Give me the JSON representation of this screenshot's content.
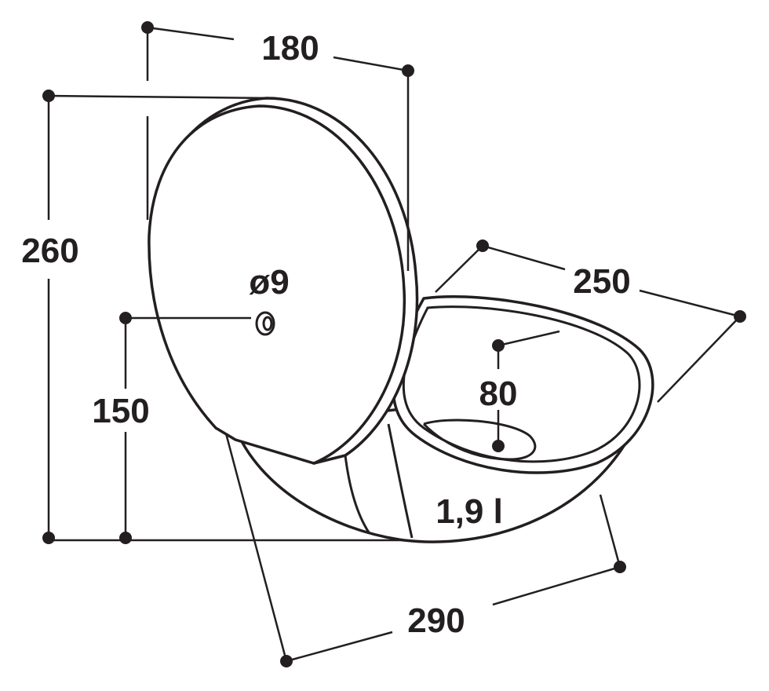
{
  "diagram": {
    "dimensions": {
      "lid_width": "180",
      "total_height": "260",
      "inlet_height": "150",
      "inlet_diameter": "ø9",
      "bowl_width": "250",
      "bowl_depth": "80",
      "capacity": "1,9 l",
      "total_depth": "290"
    },
    "colors": {
      "ink": "#231f20",
      "background": "#ffffff"
    }
  }
}
